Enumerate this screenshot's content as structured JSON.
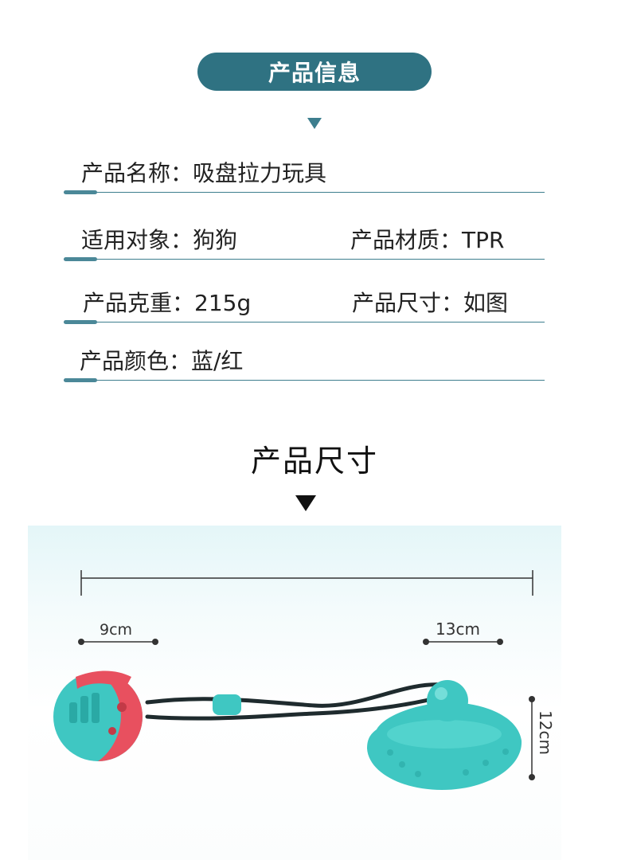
{
  "header": {
    "title": "产品信息"
  },
  "info": {
    "name": "产品名称：吸盘拉力玩具",
    "target": "适用对象：狗狗",
    "material": "产品材质：TPR",
    "weight": "产品克重：215g",
    "size": "产品尺寸：如图",
    "color": "产品颜色：蓝/红"
  },
  "dimensions": {
    "title": "产品尺寸",
    "ball": "9cm",
    "cup_width": "13cm",
    "cup_height": "12cm"
  },
  "colors": {
    "accent": "#2f7282",
    "toy_teal": "#3fc7c2",
    "toy_red": "#e8505f"
  }
}
